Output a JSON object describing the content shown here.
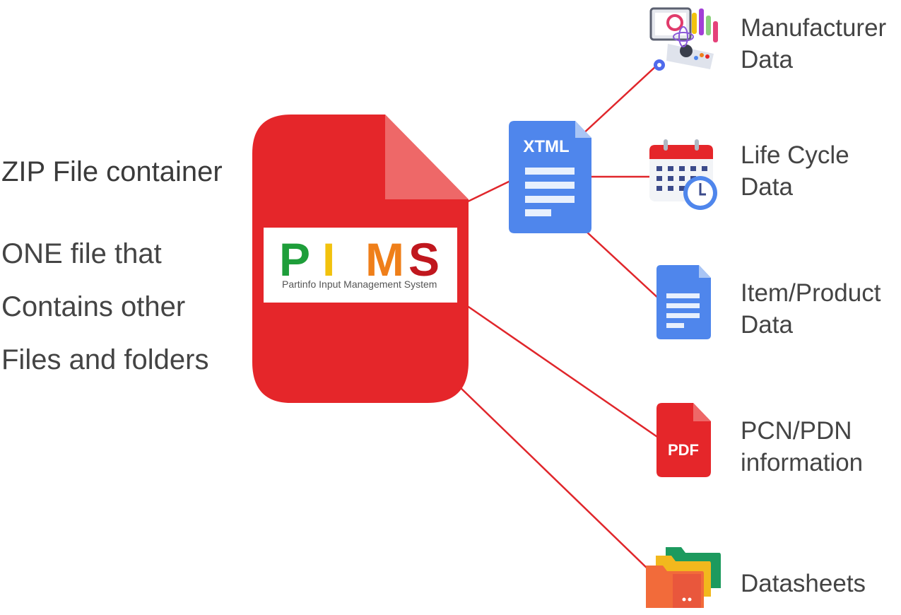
{
  "left": {
    "title": "ZIP File container",
    "lines": [
      "ONE file that",
      "Contains other",
      "Files and folders"
    ]
  },
  "container": {
    "logo_letters": [
      "P",
      "I",
      "M",
      "S"
    ],
    "logo_subtitle": "Partinfo Input Management System"
  },
  "xtml_label": "XTML",
  "pdf_label": "PDF",
  "items": [
    {
      "line1": "Manufacturer",
      "line2": "Data"
    },
    {
      "line1": "Life Cycle",
      "line2": "Data"
    },
    {
      "line1": "Item/Product",
      "line2": "Data"
    },
    {
      "line1": "PCN/PDN",
      "line2": "information"
    },
    {
      "line1": "Datasheets",
      "line2": ""
    }
  ],
  "colors": {
    "container_red": "#e5262a",
    "connector_red": "#e0262b",
    "doc_blue": "#4f86ec",
    "logo_p": "#1e9e3a",
    "logo_i": "#f2c20d",
    "logo_m": "#ef7f1a",
    "logo_s": "#c0171e"
  }
}
